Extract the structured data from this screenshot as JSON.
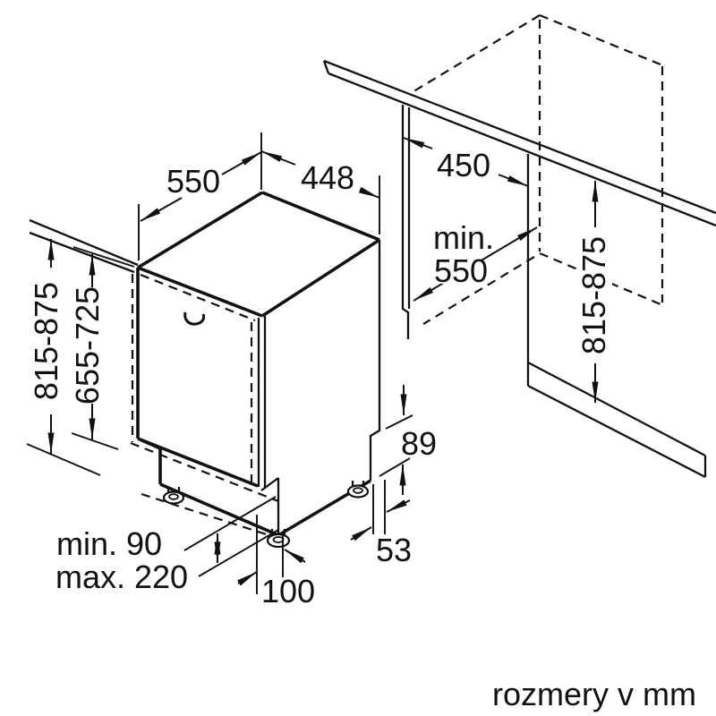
{
  "footer": {
    "units_note": "rozmery v mm"
  },
  "appliance": {
    "width": "448",
    "depth": "550",
    "door_panel_height_range": "655-725",
    "overall_height_range": "815-875",
    "plinth_height_min": "min. 90",
    "plinth_height_max": "max. 220",
    "front_foot_inset": "100",
    "rear_foot_offset": "53",
    "rear_step_height": "89"
  },
  "niche": {
    "width": "450",
    "depth_min_prefix": "min.",
    "depth_min_value": "550",
    "height_range": "815-875"
  }
}
